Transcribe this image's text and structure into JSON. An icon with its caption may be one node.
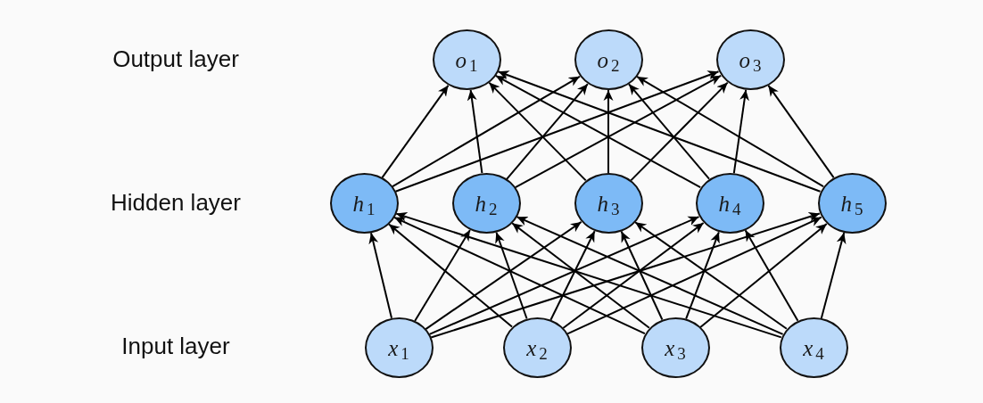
{
  "diagram": {
    "nodes": [
      {
        "text": [
          "*o*$_{1}$"
        ]
      },
      {
        "text": [
          "*o*$_{2}$"
        ]
      },
      {
        "text": [
          "*o*$_{3}$"
        ]
      },
      {
        "text": [
          "*h*$_{1}$"
        ]
      },
      {
        "text": [
          "*h*$_{2}$"
        ]
      },
      {
        "text": [
          "*h*$_{3}$"
        ]
      },
      {
        "text": [
          "*h*$_{4}$"
        ]
      },
      {
        "text": [
          "*h*$_{5}$"
        ]
      },
      {
        "text": [
          "*x*$_{1}$"
        ]
      },
      {
        "text": [
          "*x*$_{2}$"
        ]
      },
      {
        "text": [
          "*x*$_{3}$"
        ]
      },
      {
        "text": [
          "*x*$_{4}$"
        ]
      }
    ],
    "edges": [
      {
        "from": 8,
        "to": 3,
        "arrow": "to"
      },
      {
        "from": 8,
        "to": 4,
        "arrow": "to"
      },
      {
        "from": 8,
        "to": 5,
        "arrow": "to"
      },
      {
        "from": 8,
        "to": 6,
        "arrow": "to"
      },
      {
        "from": 8,
        "to": 7,
        "arrow": "to"
      },
      {
        "from": 9,
        "to": 3,
        "arrow": "to"
      },
      {
        "from": 9,
        "to": 4,
        "arrow": "to"
      },
      {
        "from": 9,
        "to": 5,
        "arrow": "to"
      },
      {
        "from": 9,
        "to": 6,
        "arrow": "to"
      },
      {
        "from": 9,
        "to": 7,
        "arrow": "to"
      },
      {
        "from": 10,
        "to": 3,
        "arrow": "to"
      },
      {
        "from": 10,
        "to": 4,
        "arrow": "to"
      },
      {
        "from": 10,
        "to": 5,
        "arrow": "to"
      },
      {
        "from": 10,
        "to": 6,
        "arrow": "to"
      },
      {
        "from": 10,
        "to": 7,
        "arrow": "to"
      },
      {
        "from": 11,
        "to": 3,
        "arrow": "to"
      },
      {
        "from": 11,
        "to": 4,
        "arrow": "to"
      },
      {
        "from": 11,
        "to": 5,
        "arrow": "to"
      },
      {
        "from": 11,
        "to": 6,
        "arrow": "to"
      },
      {
        "from": 11,
        "to": 7,
        "arrow": "to"
      },
      {
        "from": 3,
        "to": 0,
        "arrow": "to"
      },
      {
        "from": 3,
        "to": 1,
        "arrow": "to"
      },
      {
        "from": 3,
        "to": 2,
        "arrow": "to"
      },
      {
        "from": 4,
        "to": 0,
        "arrow": "to"
      },
      {
        "from": 4,
        "to": 1,
        "arrow": "to"
      },
      {
        "from": 4,
        "to": 2,
        "arrow": "to"
      },
      {
        "from": 5,
        "to": 0,
        "arrow": "to"
      },
      {
        "from": 5,
        "to": 1,
        "arrow": "to"
      },
      {
        "from": 5,
        "to": 2,
        "arrow": "to"
      },
      {
        "from": 6,
        "to": 0,
        "arrow": "to"
      },
      {
        "from": 6,
        "to": 1,
        "arrow": "to"
      },
      {
        "from": 6,
        "to": 2,
        "arrow": "to"
      },
      {
        "from": 7,
        "to": 0,
        "arrow": "to"
      },
      {
        "from": 7,
        "to": 1,
        "arrow": "to"
      },
      {
        "from": 7,
        "to": 2,
        "arrow": "to"
      }
    ],
    "labels": [
      "Output layer",
      "Hidden layer",
      "Input layer"
    ]
  }
}
